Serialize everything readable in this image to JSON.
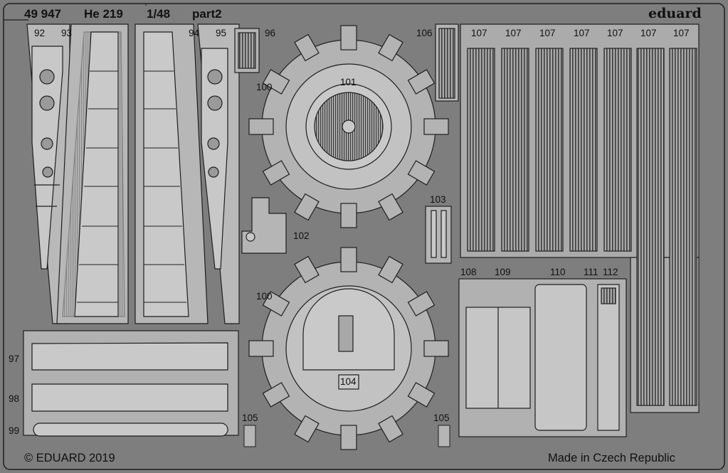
{
  "header": {
    "set_number": "49 947",
    "aircraft": "He 219",
    "scale": "1/48",
    "part": "part2",
    "brand": "eduard"
  },
  "part_numbers": {
    "p92": "92",
    "p93": "93",
    "p94": "94",
    "p95": "95",
    "p96": "96",
    "p97": "97",
    "p98": "98",
    "p99": "99",
    "p100": "100",
    "p101": "101",
    "p102": "102",
    "p103": "103",
    "p104": "104",
    "p105": "105",
    "p106": "106",
    "p107": "107",
    "p108": "108",
    "p109": "109",
    "p110": "110",
    "p111": "111",
    "p112": "112"
  },
  "footer": {
    "copyright": "© EDUARD 2019",
    "origin": "Made in Czech Republic"
  },
  "colors": {
    "background": "#7e7e7e",
    "part": "#b4b4b4",
    "part_light": "#c6c6c6",
    "outline": "#2a2a2a",
    "text": "#111111"
  }
}
